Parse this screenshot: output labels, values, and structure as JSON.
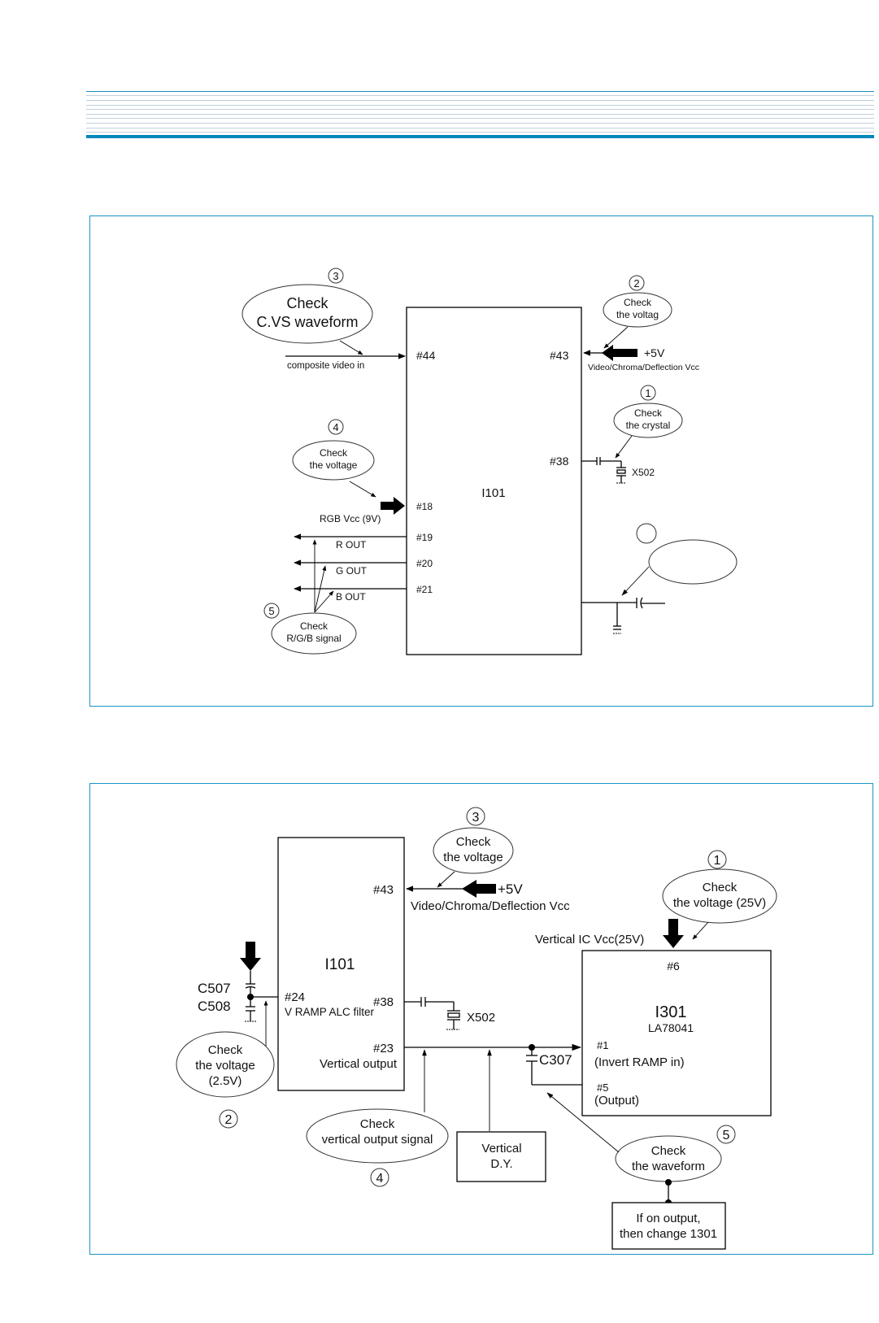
{
  "page": {
    "accent_color": "#0088bd",
    "rule_color": "#bfcfdc"
  },
  "diagram1": {
    "ic_label": "I101",
    "pins": {
      "p44": "#44",
      "p43": "#43",
      "p38": "#38",
      "p18": "#18",
      "p19": "#19",
      "p20": "#20",
      "p21": "#21"
    },
    "signals": {
      "composite_video_in": "composite video in",
      "plus5v": "+5V",
      "vcc_label": "Video/Chroma/Deflection Vcc",
      "rgb_vcc": "RGB Vcc (9V)",
      "r_out": "R OUT",
      "g_out": "G OUT",
      "b_out": "B OUT",
      "crystal": "X502"
    },
    "checks": [
      {
        "number": "1",
        "line1": "Check",
        "line2": "the crystal"
      },
      {
        "number": "2",
        "line1": "Check",
        "line2": "the voltag"
      },
      {
        "number": "3",
        "line1": "Check",
        "line2": "C.VS waveform"
      },
      {
        "number": "4",
        "line1": "Check",
        "line2": "the voltage"
      },
      {
        "number": "5",
        "line1": "Check",
        "line2": "R/G/B signal"
      },
      {
        "number": "",
        "line1": "",
        "line2": ""
      }
    ]
  },
  "diagram2": {
    "ic1_label": "I101",
    "ic2_label": "I301",
    "ic2_part": "LA78041",
    "pins": {
      "p43": "#43",
      "p24": "#24",
      "p24_desc": "V RAMP ALC filter",
      "p38": "#38",
      "p23": "#23",
      "p23_desc": "Vertical output",
      "p6": "#6",
      "p1": "#1",
      "p1_desc": "(Invert RAMP in)",
      "p5": "#5",
      "p5_desc": "(Output)"
    },
    "signals": {
      "plus5v": "+5V",
      "vcc_label": "Video/Chroma/Deflection Vcc",
      "vert_ic_vcc": "Vertical IC Vcc(25V)",
      "c507": "C507",
      "c508": "C508",
      "crystal": "X502",
      "c307": "C307"
    },
    "dy_box": {
      "line1": "Vertical",
      "line2": "D.Y."
    },
    "action_box": {
      "line1": "If on output,",
      "line2": "then change 1301"
    },
    "checks": [
      {
        "number": "1",
        "line1": "Check",
        "line2": "the voltage (25V)",
        "line3": ""
      },
      {
        "number": "2",
        "line1": "Check",
        "line2": "the voltage",
        "line3": "(2.5V)"
      },
      {
        "number": "3",
        "line1": "Check",
        "line2": "the voltage",
        "line3": ""
      },
      {
        "number": "4",
        "line1": "Check",
        "line2": "vertical output signal",
        "line3": ""
      },
      {
        "number": "5",
        "line1": "Check",
        "line2": "the waveform",
        "line3": ""
      }
    ]
  }
}
